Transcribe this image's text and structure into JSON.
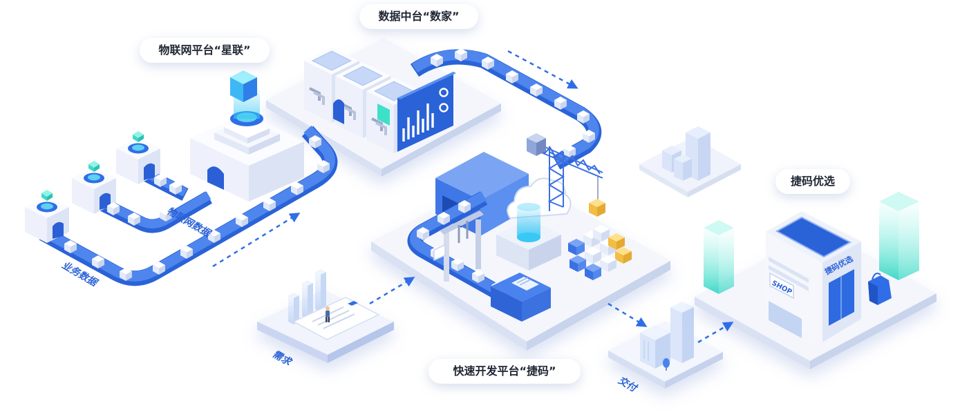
{
  "labels": {
    "data_platform": "数据中台“数家”",
    "iot_platform": "物联网平台“星联”",
    "shop_platform": "捷码优选",
    "dev_platform": "快速开发平台“捷码”"
  },
  "flows": {
    "iot_data": "物联网数据",
    "business_data": "业务数据",
    "demand": "需求",
    "delivery": "交付"
  },
  "shop": {
    "sign": "SHOP",
    "storefront": "捷码优选"
  },
  "colors": {
    "primary": "#2f6fe6",
    "accent": "#2fd6c2",
    "background": "#ffffff"
  }
}
